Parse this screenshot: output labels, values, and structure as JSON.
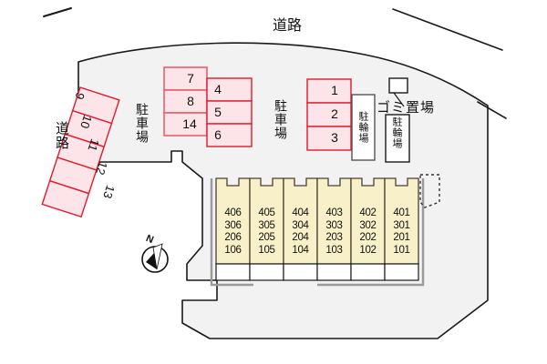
{
  "map": {
    "title": "apartment-site-plan",
    "colors": {
      "site_fill": "#f2f2f2",
      "site_stroke": "#1a1a1a",
      "parking_fill": "#fde4e9",
      "parking_stroke": "#e8606f",
      "parking_stroke_dark": "#e01b2e",
      "building_fill": "#f7f0c8",
      "building_stroke": "#4a4030",
      "walk_fill": "#ffffff",
      "outline_gray": "#808080",
      "text": "#111111"
    },
    "labels": {
      "road_top": "道路",
      "road_left": "道路",
      "parking_left": "駐車場",
      "parking_mid": "駐車場",
      "bicycle_1": "駐輪場",
      "bicycle_2": "駐輪場",
      "trash": "ゴミ置場",
      "compass_north": "N"
    },
    "parking": {
      "group_left_rotated": [
        "9",
        "10",
        "11",
        "12",
        "13"
      ],
      "group_center_inner": [
        "7",
        "8",
        "14"
      ],
      "group_center_outer": [
        "4",
        "5",
        "6"
      ],
      "group_right": [
        "1",
        "2",
        "3"
      ]
    },
    "building": {
      "unit_columns": [
        {
          "floors": [
            "406",
            "306",
            "206",
            "106"
          ]
        },
        {
          "floors": [
            "405",
            "305",
            "205",
            "105"
          ]
        },
        {
          "floors": [
            "404",
            "304",
            "204",
            "104"
          ]
        },
        {
          "floors": [
            "403",
            "303",
            "203",
            "103"
          ]
        },
        {
          "floors": [
            "402",
            "302",
            "202",
            "102"
          ]
        },
        {
          "floors": [
            "401",
            "301",
            "201",
            "101"
          ]
        }
      ]
    }
  }
}
